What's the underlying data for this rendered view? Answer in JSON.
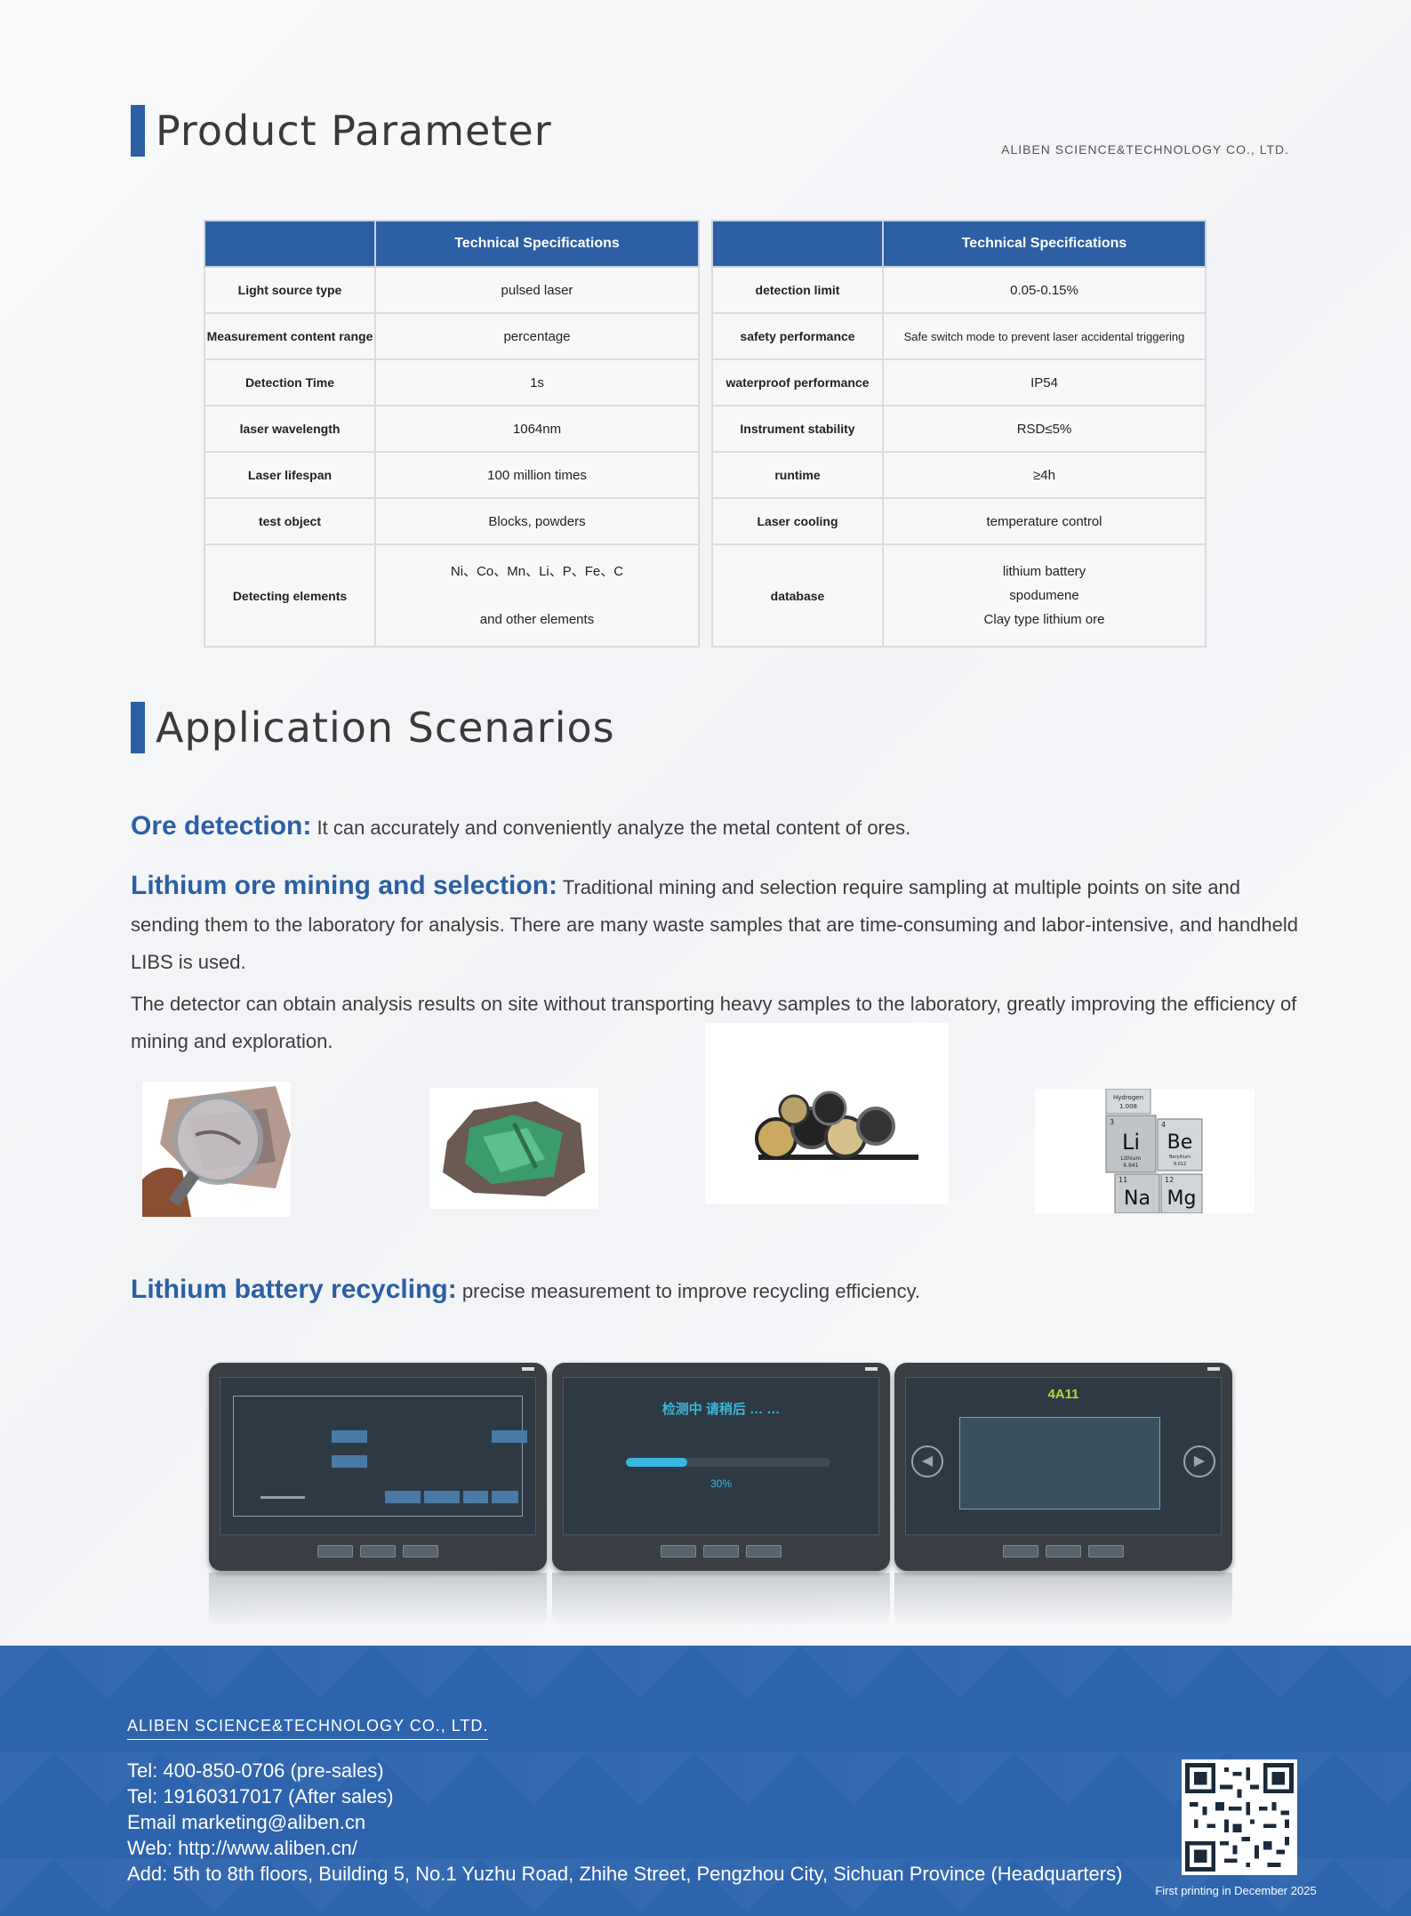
{
  "header": {
    "title": "Product Parameter",
    "company": "ALIBEN SCIENCE&TECHNOLOGY CO., LTD."
  },
  "spec_tables": {
    "header": "Technical Specifications",
    "left": [
      {
        "label": "Light source type",
        "value": "pulsed laser"
      },
      {
        "label": "Measurement content range",
        "value": "percentage"
      },
      {
        "label": "Detection Time",
        "value": "1s"
      },
      {
        "label": "laser wavelength",
        "value": "1064nm"
      },
      {
        "label": "Laser lifespan",
        "value": "100 million times"
      },
      {
        "label": "test object",
        "value": "Blocks, powders"
      },
      {
        "label": "Detecting elements",
        "value_lines": [
          "Ni、Co、Mn、Li、P、Fe、C",
          "and other elements"
        ]
      }
    ],
    "right": [
      {
        "label": "detection limit",
        "value": "0.05-0.15%"
      },
      {
        "label": "safety performance",
        "value": "Safe switch mode to prevent laser accidental triggering"
      },
      {
        "label": "waterproof performance",
        "value": "IP54"
      },
      {
        "label": "Instrument stability",
        "value": "RSD≤5%"
      },
      {
        "label": "runtime",
        "value": "≥4h"
      },
      {
        "label": "Laser cooling",
        "value": "temperature control"
      },
      {
        "label": "database",
        "value_lines": [
          "lithium battery",
          "spodumene",
          "Clay type lithium ore"
        ]
      }
    ]
  },
  "applications": {
    "title": "Application Scenarios",
    "ore": {
      "lead": "Ore detection:",
      "text": "It can accurately and conveniently analyze the metal content of ores."
    },
    "lithium": {
      "lead": "Lithium ore mining and selection:",
      "text": "Traditional mining and selection require sampling at multiple points on site and sending them to the laboratory for analysis. There are many waste samples that are time-consuming and labor-intensive, and handheld LIBS is used."
    },
    "detector_text": "The detector can obtain analysis results on site without transporting heavy samples to the laboratory, greatly improving the efficiency of mining and exploration.",
    "battery": {
      "lead": "Lithium battery recycling:",
      "text": "precise measurement to improve recycling efficiency."
    }
  },
  "tablets": {
    "progress_title": "检测中 请稍后 … …",
    "progress_value": 30,
    "progress_label": "30%",
    "result_title": "4A11"
  },
  "periodic": {
    "hydrogen": "Hydrogen",
    "hydrogen_mass": "1.008",
    "li": "Li",
    "li_num": "3",
    "li_name": "Lithium",
    "li_mass": "6.941",
    "be": "Be",
    "be_num": "4",
    "be_name": "Beryllium",
    "be_mass": "9.012",
    "na": "Na",
    "na_num": "11",
    "mg": "Mg",
    "mg_num": "12"
  },
  "footer": {
    "company": "ALIBEN SCIENCE&TECHNOLOGY CO., LTD.",
    "tel_presales": "Tel: 400-850-0706 (pre-sales)",
    "tel_aftersales": "Tel: 19160317017 (After sales)",
    "email": "Email marketing@aliben.cn",
    "web": "Web: http://www.aliben.cn/",
    "address": "Add: 5th to 8th floors, Building 5, No.1 Yuzhu Road, Zhihe Street, Pengzhou City, Sichuan Province (Headquarters)",
    "printing": "First printing in December 2025"
  },
  "colors": {
    "brand_blue": "#2c5fa3",
    "footer_blue": "#2d64ad",
    "accent_cyan": "#39b7e0"
  }
}
